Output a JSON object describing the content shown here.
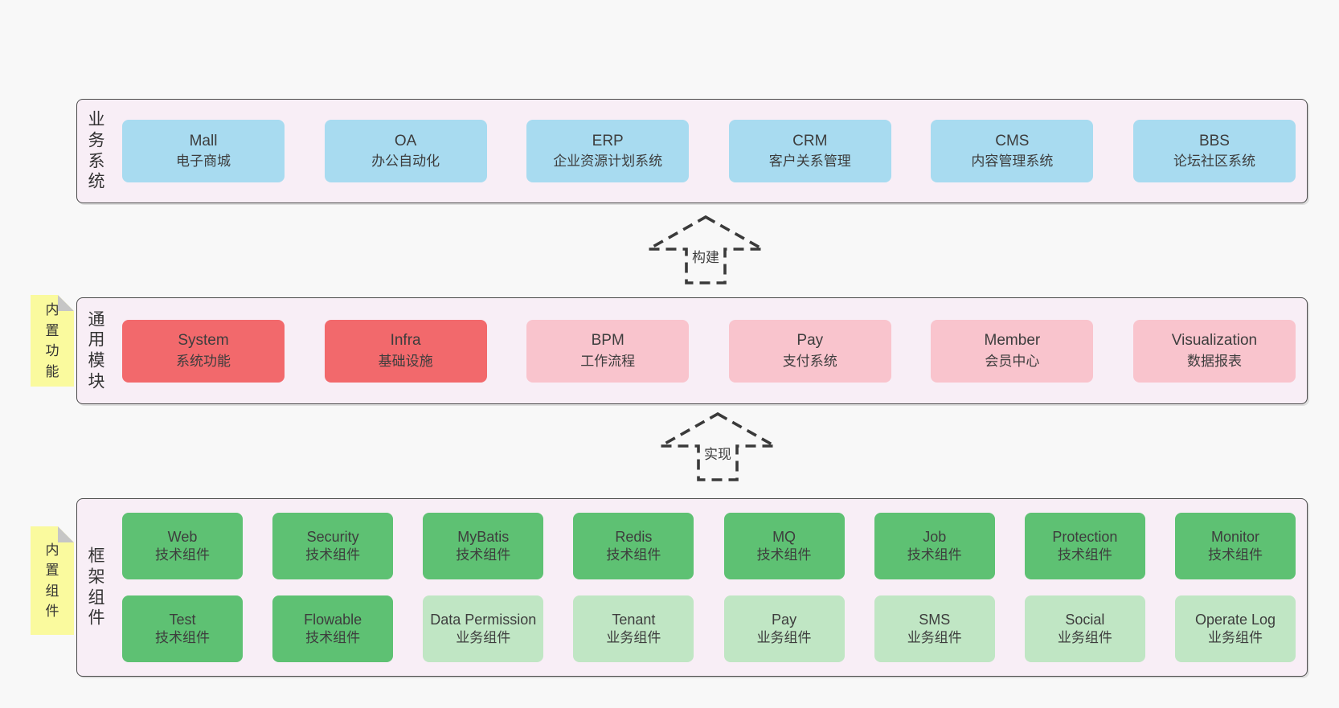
{
  "layers": {
    "business": {
      "label": "业务系统",
      "boxes": [
        {
          "name": "Mall",
          "desc": "电子商城"
        },
        {
          "name": "OA",
          "desc": "办公自动化"
        },
        {
          "name": "ERP",
          "desc": "企业资源计划系统"
        },
        {
          "name": "CRM",
          "desc": "客户关系管理"
        },
        {
          "name": "CMS",
          "desc": "内容管理系统"
        },
        {
          "name": "BBS",
          "desc": "论坛社区系统"
        }
      ]
    },
    "modules": {
      "label": "通用模块",
      "note": "内置功能",
      "boxes": [
        {
          "name": "System",
          "desc": "系统功能"
        },
        {
          "name": "Infra",
          "desc": "基础设施"
        },
        {
          "name": "BPM",
          "desc": "工作流程"
        },
        {
          "name": "Pay",
          "desc": "支付系统"
        },
        {
          "name": "Member",
          "desc": "会员中心"
        },
        {
          "name": "Visualization",
          "desc": "数据报表"
        }
      ]
    },
    "components": {
      "label": "框架组件",
      "note": "内置组件",
      "row1": [
        {
          "name": "Web",
          "desc": "技术组件"
        },
        {
          "name": "Security",
          "desc": "技术组件"
        },
        {
          "name": "MyBatis",
          "desc": "技术组件"
        },
        {
          "name": "Redis",
          "desc": "技术组件"
        },
        {
          "name": "MQ",
          "desc": "技术组件"
        },
        {
          "name": "Job",
          "desc": "技术组件"
        },
        {
          "name": "Protection",
          "desc": "技术组件"
        },
        {
          "name": "Monitor",
          "desc": "技术组件"
        }
      ],
      "row2": [
        {
          "name": "Test",
          "desc": "技术组件"
        },
        {
          "name": "Flowable",
          "desc": "技术组件"
        },
        {
          "name": "Data Permission",
          "desc": "业务组件"
        },
        {
          "name": "Tenant",
          "desc": "业务组件"
        },
        {
          "name": "Pay",
          "desc": "业务组件"
        },
        {
          "name": "SMS",
          "desc": "业务组件"
        },
        {
          "name": "Social",
          "desc": "业务组件"
        },
        {
          "name": "Operate Log",
          "desc": "业务组件"
        }
      ]
    }
  },
  "arrows": {
    "build": "构建",
    "implement": "实现"
  },
  "colors": {
    "page_bg": "#f8f8f8",
    "layer_bg": "#f8eef6",
    "layer_border": "#4a4a4a",
    "blue": "#a8dbf0",
    "red": "#f2696c",
    "pink": "#f9c4cd",
    "green_dark": "#5ec173",
    "green_light": "#c0e6c4",
    "sticky_yellow": "#fafa9e",
    "sticky_fold": "#c6c6c6",
    "arrow_stroke": "#3a3a3a"
  }
}
